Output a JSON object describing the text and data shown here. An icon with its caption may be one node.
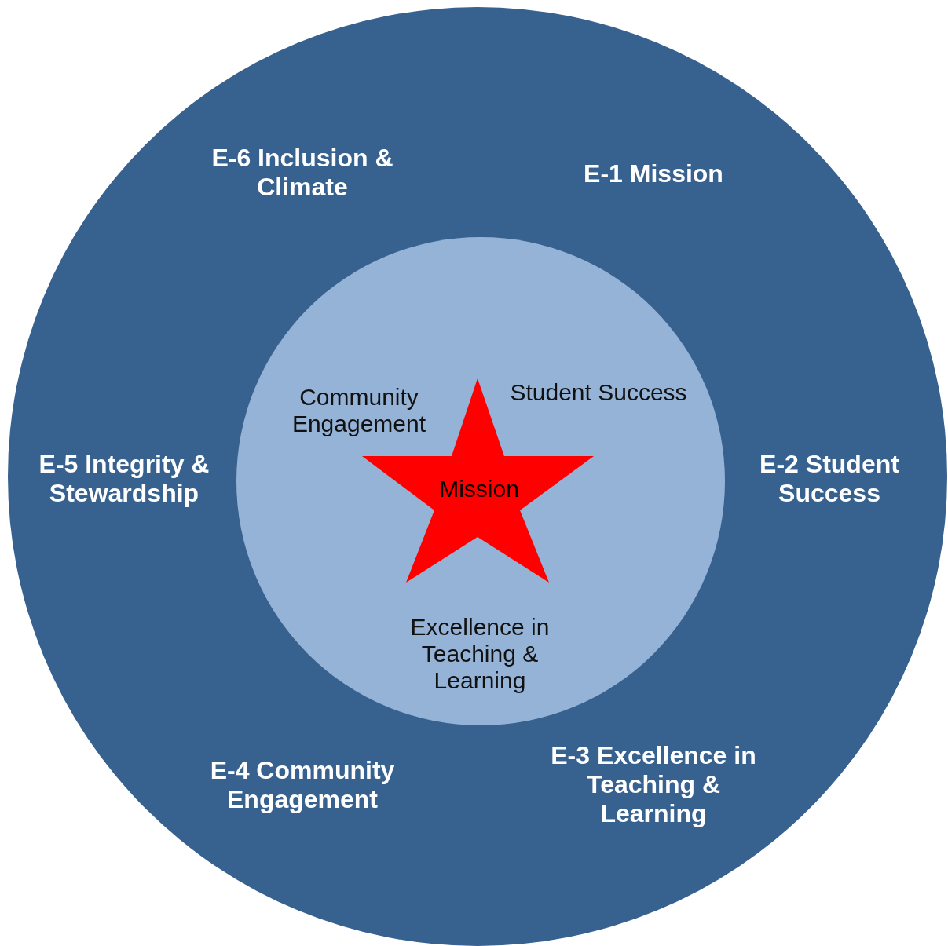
{
  "diagram": {
    "nodes": [
      {
        "text": [
          "E-6 Inclusion & Climate",
          "E-1 Mission",
          "E-5 Integrity & Stewardship",
          "E-2 Student Success",
          "E-4 Community Engagement",
          "E-3 Excellence in Teaching & Learning"
        ]
      },
      {
        "text": [
          "Community Engagement",
          "Student Success",
          "Excellence in Teaching & Learning"
        ],
        "in": 0
      },
      {
        "text": [
          "Mission"
        ],
        "in": 1
      }
    ]
  }
}
